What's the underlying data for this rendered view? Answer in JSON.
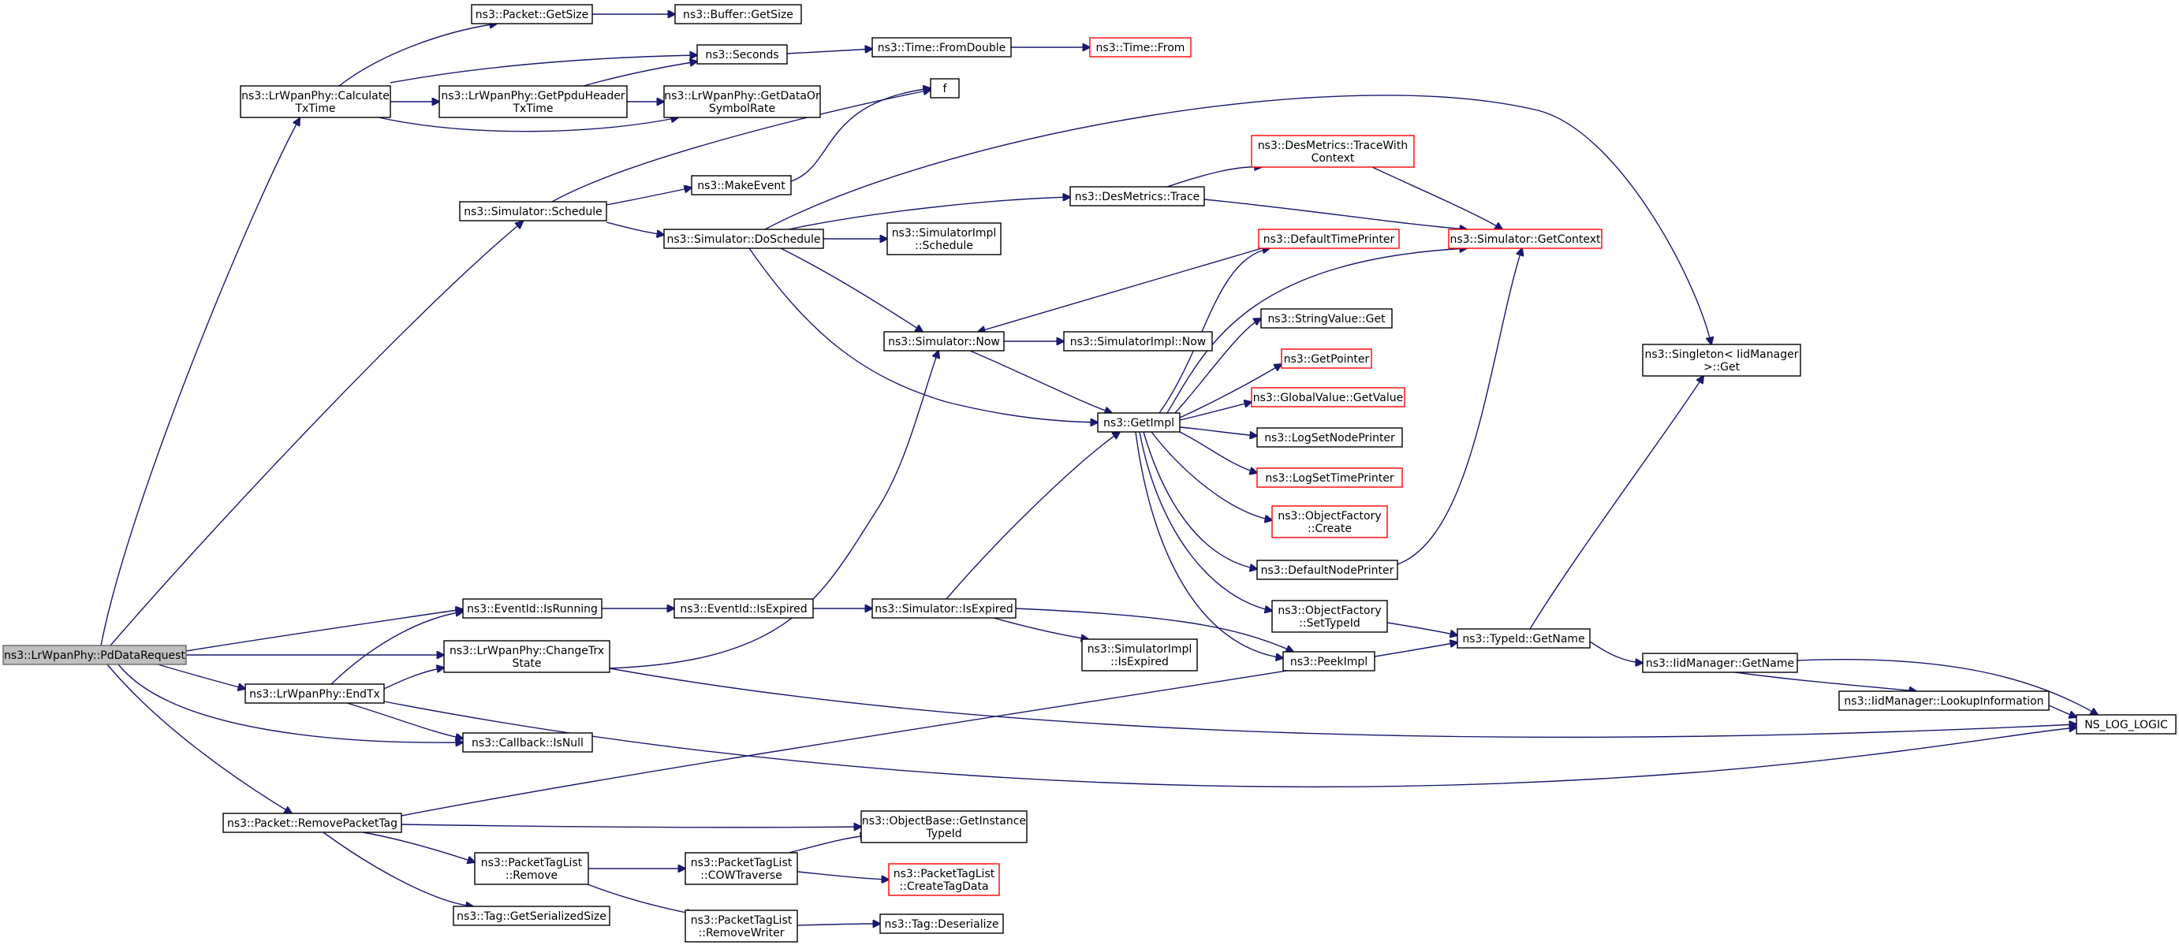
{
  "nodes": {
    "pd_data_request": {
      "lines": [
        "ns3::LrWpanPhy::PdDataRequest"
      ]
    },
    "calculate_tx_time": {
      "lines": [
        "ns3::LrWpanPhy::Calculate",
        "TxTime"
      ]
    },
    "simulator_schedule": {
      "lines": [
        "ns3::Simulator::Schedule"
      ]
    },
    "eventid_isrunning": {
      "lines": [
        "ns3::EventId::IsRunning"
      ]
    },
    "change_trx_state": {
      "lines": [
        "ns3::LrWpanPhy::ChangeTrx",
        "State"
      ]
    },
    "endtx": {
      "lines": [
        "ns3::LrWpanPhy::EndTx"
      ]
    },
    "callback_isnull": {
      "lines": [
        "ns3::Callback::IsNull"
      ]
    },
    "remove_packet_tag": {
      "lines": [
        "ns3::Packet::RemovePacketTag"
      ]
    },
    "packet_getsize": {
      "lines": [
        "ns3::Packet::GetSize"
      ]
    },
    "seconds": {
      "lines": [
        "ns3::Seconds"
      ]
    },
    "get_ppdu_header_txtime": {
      "lines": [
        "ns3::LrWpanPhy::GetPpduHeader",
        "TxTime"
      ]
    },
    "get_data_or_symbol_rate": {
      "lines": [
        "ns3::LrWpanPhy::GetDataOr",
        "SymbolRate"
      ]
    },
    "buffer_getsize": {
      "lines": [
        "ns3::Buffer::GetSize"
      ]
    },
    "time_fromdouble": {
      "lines": [
        "ns3::Time::FromDouble"
      ]
    },
    "time_from": {
      "lines": [
        "ns3::Time::From"
      ]
    },
    "f": {
      "lines": [
        "f"
      ]
    },
    "make_event": {
      "lines": [
        "ns3::MakeEvent"
      ]
    },
    "simulator_doschedule": {
      "lines": [
        "ns3::Simulator::DoSchedule"
      ]
    },
    "simulatorimpl_schedule": {
      "lines": [
        "ns3::SimulatorImpl",
        "::Schedule"
      ]
    },
    "desmetrics_trace": {
      "lines": [
        "ns3::DesMetrics::Trace"
      ]
    },
    "desmetrics_trace_with_context": {
      "lines": [
        "ns3::DesMetrics::TraceWith",
        "Context"
      ]
    },
    "simulator_getcontext": {
      "lines": [
        "ns3::Simulator::GetContext"
      ]
    },
    "default_time_printer": {
      "lines": [
        "ns3::DefaultTimePrinter"
      ]
    },
    "simulator_now": {
      "lines": [
        "ns3::Simulator::Now"
      ]
    },
    "simulatorimpl_now": {
      "lines": [
        "ns3::SimulatorImpl::Now"
      ]
    },
    "stringvalue_get": {
      "lines": [
        "ns3::StringValue::Get"
      ]
    },
    "get_pointer": {
      "lines": [
        "ns3::GetPointer"
      ]
    },
    "globalvalue_getvalue": {
      "lines": [
        "ns3::GlobalValue::GetValue"
      ]
    },
    "getimpl": {
      "lines": [
        "ns3::GetImpl"
      ]
    },
    "log_set_node_printer": {
      "lines": [
        "ns3::LogSetNodePrinter"
      ]
    },
    "log_set_time_printer": {
      "lines": [
        "ns3::LogSetTimePrinter"
      ]
    },
    "objectfactory_create": {
      "lines": [
        "ns3::ObjectFactory",
        "::Create"
      ]
    },
    "default_node_printer": {
      "lines": [
        "ns3::DefaultNodePrinter"
      ]
    },
    "objectfactory_settypeid": {
      "lines": [
        "ns3::ObjectFactory",
        "::SetTypeId"
      ]
    },
    "peekimpl": {
      "lines": [
        "ns3::PeekImpl"
      ]
    },
    "eventid_isexpired": {
      "lines": [
        "ns3::EventId::IsExpired"
      ]
    },
    "simulator_isexpired": {
      "lines": [
        "ns3::Simulator::IsExpired"
      ]
    },
    "simulatorimpl_isexpired": {
      "lines": [
        "ns3::SimulatorImpl",
        "::IsExpired"
      ]
    },
    "singleton_get": {
      "lines": [
        "ns3::Singleton< IidManager",
        ">::Get"
      ]
    },
    "typeid_getname": {
      "lines": [
        "ns3::TypeId::GetName"
      ]
    },
    "iidmanager_getname": {
      "lines": [
        "ns3::IidManager::GetName"
      ]
    },
    "iidmanager_lookupinformation": {
      "lines": [
        "ns3::IidManager::LookupInformation"
      ]
    },
    "ns_log_logic": {
      "lines": [
        "NS_LOG_LOGIC"
      ]
    },
    "objectbase_get_instance_typeid": {
      "lines": [
        "ns3::ObjectBase::GetInstance",
        "TypeId"
      ]
    },
    "packettaglist_remove": {
      "lines": [
        "ns3::PacketTagList",
        "::Remove"
      ]
    },
    "packettaglist_cowtraverse": {
      "lines": [
        "ns3::PacketTagList",
        "::COWTraverse"
      ]
    },
    "packettaglist_createtagdata": {
      "lines": [
        "ns3::PacketTagList",
        "::CreateTagData"
      ]
    },
    "packettaglist_removewriter": {
      "lines": [
        "ns3::PacketTagList",
        "::RemoveWriter"
      ]
    },
    "tag_deserialize": {
      "lines": [
        "ns3::Tag::Deserialize"
      ]
    },
    "tag_getserializedsize": {
      "lines": [
        "ns3::Tag::GetSerializedSize"
      ]
    }
  },
  "colors": {
    "edge": "#191970",
    "node_border": "#000000",
    "truncated_node_border": "#ff0000",
    "root_fill": "#bfbfbf",
    "root_border": "#666666"
  }
}
